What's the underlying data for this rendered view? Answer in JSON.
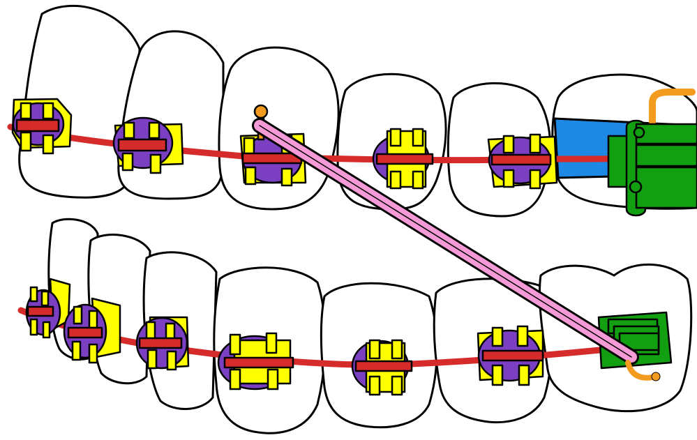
{
  "colors": {
    "tooth_fill": "#ffffff",
    "outline": "#000000",
    "wire": "#d52b2b",
    "bracket_pad": "#ffff00",
    "o_ring": "#7b3fc1",
    "molar_band": "#1e88e5",
    "molar_tube": "#12a012",
    "hook": "#f39b1e",
    "elastic": "#f49ad6"
  },
  "icons": {
    "tooth": "tooth-icon",
    "bracket": "bracket-icon",
    "molar_tube": "buccal-tube-icon",
    "elastic": "elastic-band-icon"
  },
  "arches": {
    "upper_bracket_count": 6,
    "lower_bracket_count": 7,
    "molar_tubes": 2,
    "elastic_count": 1
  }
}
